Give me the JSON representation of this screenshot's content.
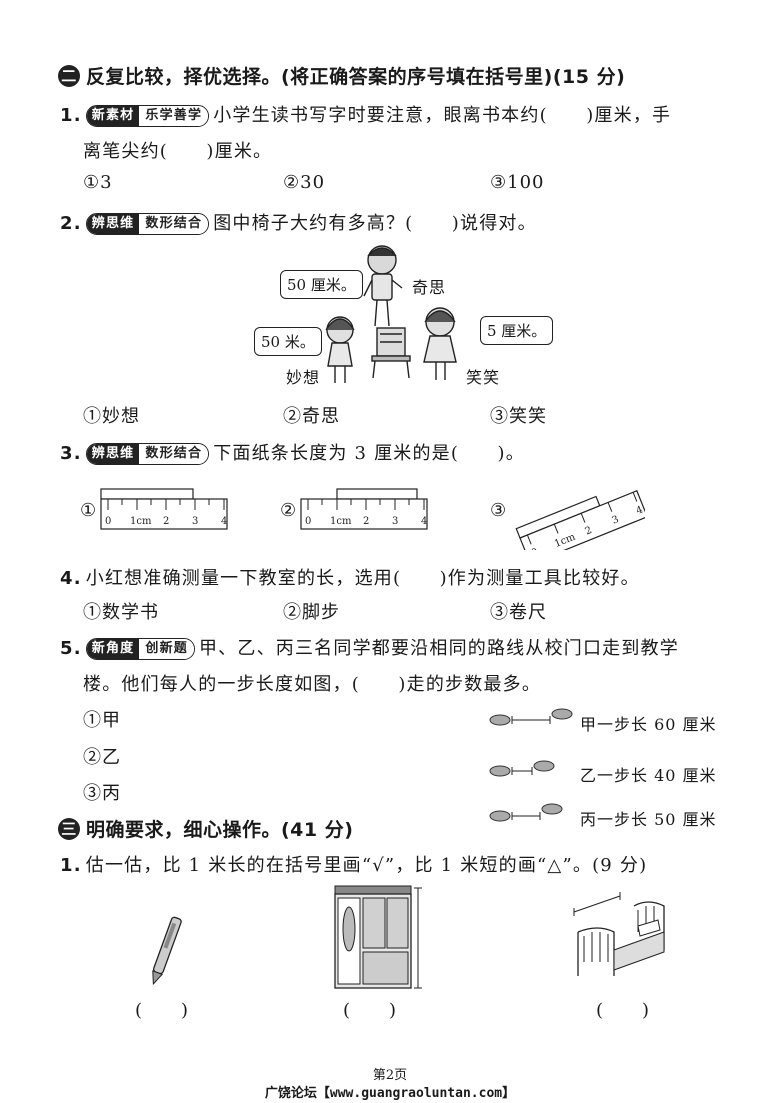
{
  "section2": {
    "num": "二",
    "title": "反复比较，择优选择。(将正确答案的序号填在括号里)(15 分)",
    "q1": {
      "num": "1.",
      "tag1": "新素材",
      "tag2": "乐学善学",
      "line1": "小学生读书写字时要注意，眼离书本约(　　)厘米，手",
      "line2": "离笔尖约(　　)厘米。",
      "options": [
        "①3",
        "②30",
        "③100"
      ]
    },
    "q2": {
      "num": "2.",
      "tag1": "辨思维",
      "tag2": "数形结合",
      "text": "图中椅子大约有多高？(　　)说得对。",
      "bubble_qisi": "50 厘米。",
      "name_qisi": "奇思",
      "bubble_miaoxiang": "50 米。",
      "name_miaoxiang": "妙想",
      "bubble_xiaoxiao": "5 厘米。",
      "name_xiaoxiao": "笑笑",
      "options": [
        "①妙想",
        "②奇思",
        "③笑笑"
      ]
    },
    "q3": {
      "num": "3.",
      "tag1": "辨思维",
      "tag2": "数形结合",
      "text": "下面纸条长度为 3 厘米的是(　　)。",
      "labels": [
        "①",
        "②",
        "③"
      ],
      "ticks": [
        "0",
        "1cm",
        "2",
        "3",
        "4"
      ]
    },
    "q4": {
      "num": "4.",
      "text": "小红想准确测量一下教室的长，选用(　　)作为测量工具比较好。",
      "options": [
        "①数学书",
        "②脚步",
        "③卷尺"
      ]
    },
    "q5": {
      "num": "5.",
      "tag1": "新角度",
      "tag2": "创新题",
      "line1": "甲、乙、丙三名同学都要沿相同的路线从校门口走到教学",
      "line2": "楼。他们每人的一步长度如图，(　　)走的步数最多。",
      "options": [
        "①甲",
        "②乙",
        "③丙"
      ],
      "steps": [
        "甲一步长 60 厘米",
        "乙一步长 40 厘米",
        "丙一步长 50 厘米"
      ]
    }
  },
  "section3": {
    "num": "三",
    "title": "明确要求，细心操作。(41 分)",
    "q1": {
      "num": "1.",
      "text": "估一估，比 1 米长的在括号里画“√”，比 1 米短的画“△”。(9 分)",
      "blanks": [
        "(　　)",
        "(　　)",
        "(　　)"
      ]
    }
  },
  "footer": {
    "page": "第2页",
    "site": "广饶论坛【www.guangraoluntan.com】"
  }
}
